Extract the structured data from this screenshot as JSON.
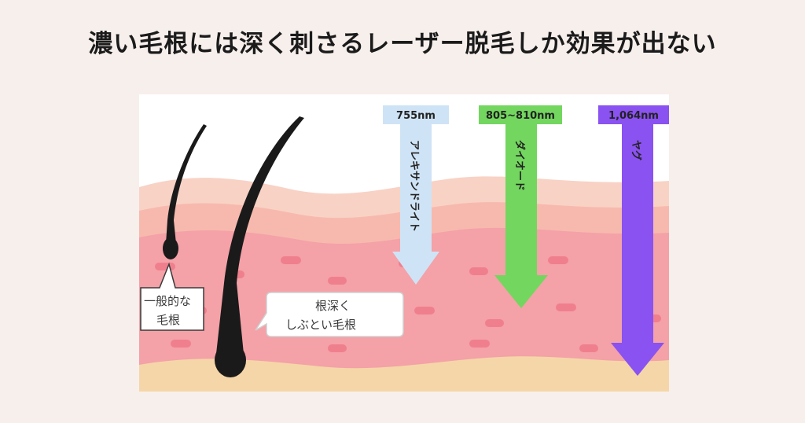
{
  "title": "濃い毛根には深く刺さるレーザー脱毛しか効果が出ない",
  "colors": {
    "page_bg": "#f7efec",
    "sky": "#ffffff",
    "epidermis": "#f8d2c5",
    "dermis": "#f4a1a8",
    "subcutis": "#f5d6a8",
    "hair": "#1a1a1a",
    "alexandrite": "#cfe3f6",
    "diode": "#73d65f",
    "yag": "#8a52f0"
  },
  "callouts": {
    "normal_hair": {
      "line1": "一般的な",
      "line2": "毛根"
    },
    "deep_hair": {
      "line1": "根深く",
      "line2": "しぶとい毛根"
    }
  },
  "lasers": [
    {
      "wavelength": "755nm",
      "name": "アレキサンドライト",
      "color": "#cfe3f6"
    },
    {
      "wavelength": "805~810nm",
      "name": "ダイオード",
      "color": "#73d65f"
    },
    {
      "wavelength": "1,064nm",
      "name": "ヤグ",
      "color": "#8a52f0"
    }
  ]
}
